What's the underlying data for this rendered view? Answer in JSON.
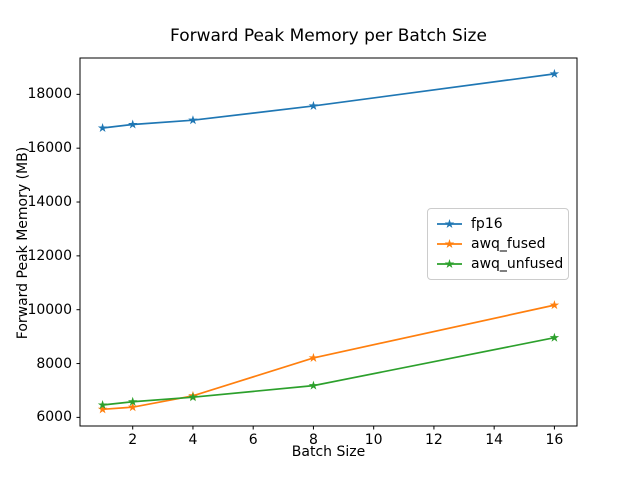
{
  "chart_data": {
    "type": "line",
    "title": "Forward Peak Memory per Batch Size",
    "xlabel": "Batch Size",
    "ylabel": "Forward Peak Memory (MB)",
    "x": [
      1,
      2,
      4,
      8,
      16
    ],
    "series": [
      {
        "name": "fp16",
        "color": "#1f77b4",
        "values": [
          16750,
          16880,
          17040,
          17570,
          18760
        ]
      },
      {
        "name": "awq_fused",
        "color": "#ff7f0e",
        "values": [
          6300,
          6380,
          6800,
          8210,
          10170
        ]
      },
      {
        "name": "awq_unfused",
        "color": "#2ca02c",
        "values": [
          6460,
          6580,
          6750,
          7180,
          8960
        ]
      }
    ],
    "marker": "star",
    "xlim": [
      0.25,
      16.75
    ],
    "ylim": [
      5680,
      19350
    ],
    "xticks": [
      2,
      4,
      6,
      8,
      10,
      12,
      14,
      16
    ],
    "yticks": [
      6000,
      8000,
      10000,
      12000,
      14000,
      16000,
      18000
    ],
    "grid": false,
    "legend_position": "center-right",
    "spine_color": "#000000",
    "background": "#ffffff"
  }
}
